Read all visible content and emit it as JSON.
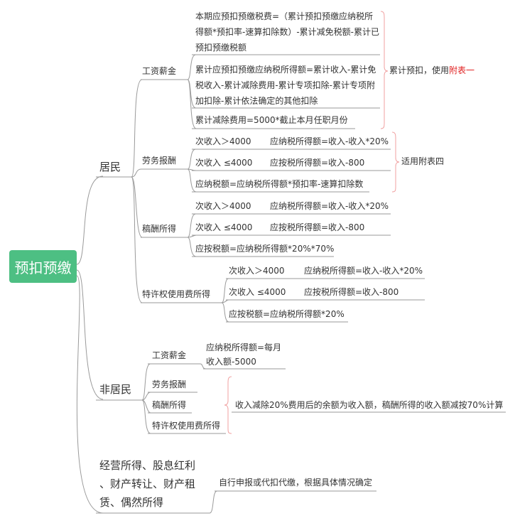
{
  "root": "预扣预缴",
  "resident": {
    "label": "居民",
    "salary": {
      "label": "工资薪金",
      "formula1": "本期应预扣预缴税费=（累计预扣预缴应纳税所得额*预扣率-速算扣除数）-累计减免税额-累计已预扣预缴税额",
      "formula2": "累计应预扣预缴应纳税所得额=累计收入-累计免税收入-累计减除费用-累计专项扣除-累计专项附加扣除-累计依法确定的其他扣除",
      "formula3": "累计减除费用=5000*截止本月任职月份",
      "note_prefix": "累计预扣，使用",
      "note_link": "附表一"
    },
    "labor": {
      "label": "劳务报酬",
      "r1_cond": "次收入＞4000",
      "r1_formula": "应纳税所得额=收入-收入*20%",
      "r2_cond": "次收入 ≤4000",
      "r2_formula": "应按税所得额=收入-800",
      "r3": "应纳税额=应纳税所得额*预扣率-速算扣除数",
      "note": "适用附表四"
    },
    "royalty": {
      "label": "稿酬所得",
      "r1_cond": "次收入＞4000",
      "r1_formula": "应纳税所得额=收入-收入*20%",
      "r2_cond": "次收入 ≤4000",
      "r2_formula": "应按税所得额=收入-800",
      "r3": "应按税额=应纳税所得额*20%*70%"
    },
    "franchise": {
      "label": "特许权使用费所得",
      "r1_cond": "次收入＞4000",
      "r1_formula": "应纳税所得额=收入-收入*20%",
      "r2_cond": "次收入 ≤4000",
      "r2_formula": "应按税所得额=收入-800",
      "r3": "应按税额=应纳税所得额*20%"
    }
  },
  "nonresident": {
    "label": "非居民",
    "salary": {
      "label": "工资薪金",
      "formula_line1": "应纳税所得额=每月",
      "formula_line2": "收入额-5000"
    },
    "labor": "劳务报酬",
    "royalty": "稿酬所得",
    "franchise": "特许权使用费所得",
    "note": "收入减除20%费用后的余额为收入额，稿酬所得的收入额减按70%计算"
  },
  "business": {
    "line1": "经营所得、股息红利",
    "line2": "、财产转让、财产租",
    "line3": "赁、偶然所得",
    "note": "自行申报或代扣代缴，根据具体情况确定"
  },
  "colors": {
    "root": "#4dbf83",
    "line": "#9a9a9a",
    "bracket": "#f0a0a0",
    "link": "#e02020"
  }
}
